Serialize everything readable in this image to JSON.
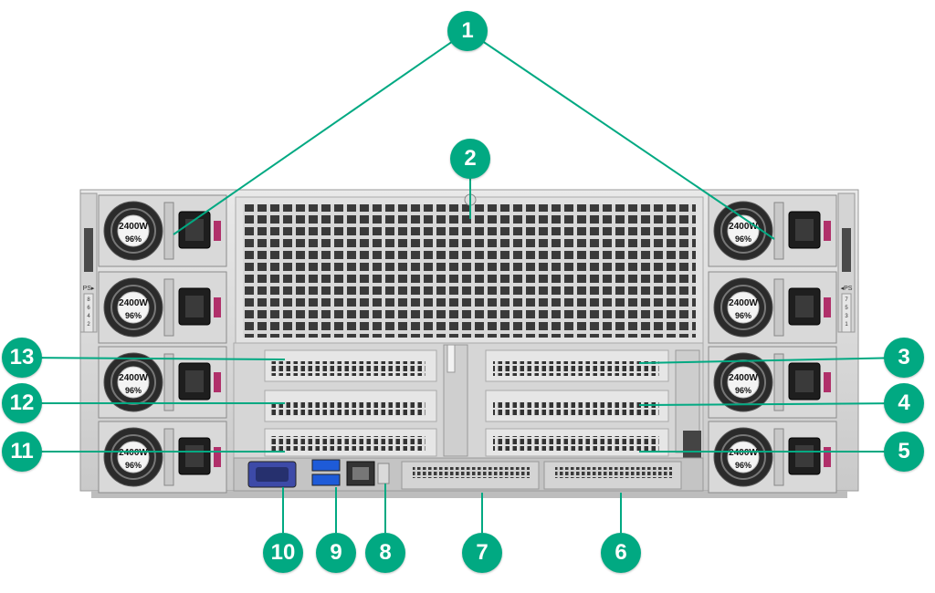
{
  "diagram": {
    "accent_color": "#01a982",
    "callouts": [
      "1",
      "2",
      "3",
      "4",
      "5",
      "6",
      "7",
      "8",
      "9",
      "10",
      "11",
      "12",
      "13"
    ],
    "psu": {
      "wattage": "2400W",
      "efficiency": "96%"
    },
    "bay_label_left": "PS▸",
    "bay_label_right": "◂PS",
    "bay_numbers_left": [
      "8",
      "6",
      "4",
      "2"
    ],
    "bay_numbers_right": [
      "7",
      "5",
      "3",
      "1"
    ]
  }
}
